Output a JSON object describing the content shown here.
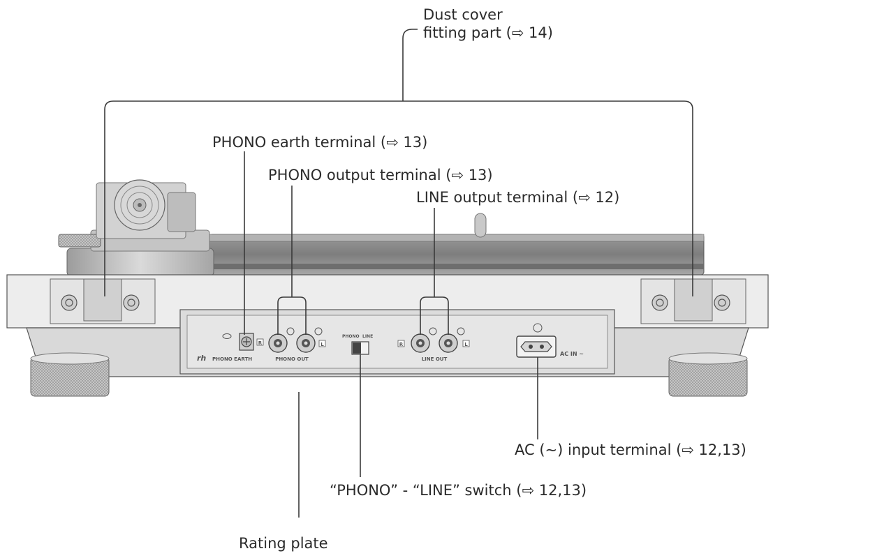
{
  "callouts": {
    "dust_cover": "Dust cover\nfitting part (⇨ 14)",
    "phono_earth": "PHONO earth terminal (⇨ 13)",
    "phono_output": "PHONO output terminal (⇨ 13)",
    "line_output": "LINE output terminal (⇨ 12)",
    "ac_input": "AC (∼) input terminal (⇨ 12,13)",
    "phono_line_switch": "“PHONO” - “LINE” switch (⇨ 12,13)",
    "rating_plate": "Rating plate"
  },
  "panel_labels": {
    "phono_earth": "PHONO EARTH",
    "phono_out": "PHONO OUT",
    "line_out": "LINE OUT",
    "ac_in": "AC IN ~",
    "switch_phono": "PHONO",
    "switch_line": "LINE",
    "right_channel": "R",
    "left_channel": "L"
  },
  "colors": {
    "line": "#3a3a3a",
    "body": "#e9e9e9",
    "body_dark": "#d4d4d4",
    "platter": "#8a8a8a"
  }
}
